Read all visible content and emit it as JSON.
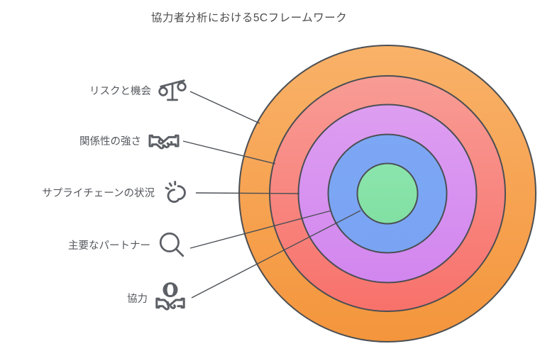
{
  "title": "協力者分析における5Cフレームワーク",
  "diagram": {
    "type": "concentric-onion",
    "levels": 5,
    "stroke_color": "#4b4f54"
  },
  "labels": [
    {
      "text": "リスクと機会",
      "icon": "scale-icon",
      "target_ring": "risks-and-opportunities"
    },
    {
      "text": "関係性の強さ",
      "icon": "handshake-icon",
      "target_ring": "relationship-strength"
    },
    {
      "text": "サプライチェーンの状況",
      "icon": "snap-icon",
      "target_ring": "supply-chain-status"
    },
    {
      "text": "主要なパートナー",
      "icon": "magnifier-icon",
      "target_ring": "key-partners"
    },
    {
      "text": "協力",
      "icon": "global-handshake-icon",
      "target_ring": "cooperation"
    }
  ],
  "rings": [
    {
      "name": "risks-and-opportunities",
      "level": 5,
      "color_top": "#F9B269",
      "color_bottom": "#F4953C"
    },
    {
      "name": "relationship-strength",
      "level": 4,
      "color_top": "#F89C95",
      "color_bottom": "#F8716B"
    },
    {
      "name": "supply-chain-status",
      "level": 3,
      "color_top": "#DD9EF0",
      "color_bottom": "#D286EF"
    },
    {
      "name": "key-partners",
      "level": 2,
      "color_top": "#7CA7F5",
      "color_bottom": "#7AA4F3"
    },
    {
      "name": "cooperation",
      "level": 1,
      "color_top": "#8AE5AC",
      "color_bottom": "#82E0A3"
    }
  ]
}
